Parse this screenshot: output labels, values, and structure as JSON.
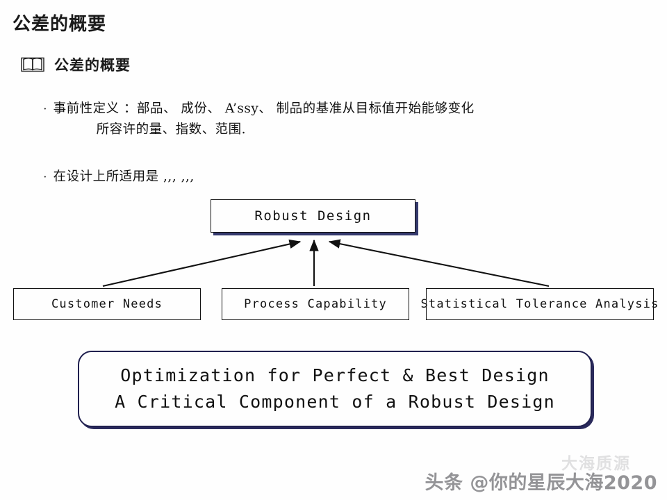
{
  "slide": {
    "title": "公差的概要",
    "subheading": {
      "icon": "open-book-icon",
      "label": "公差的概要"
    },
    "bullets": [
      {
        "marker": "·",
        "lines": [
          "事前性定义 ：部品、 成份、 A’ssy、 制品的基准从目标值开始能够变化",
          "所容许的量、指数、范围."
        ]
      },
      {
        "marker": "·",
        "lines": [
          "在设计上所适用是 ,,, ,,,"
        ]
      }
    ]
  },
  "diagram": {
    "top_node": {
      "label": "Robust Design"
    },
    "source_nodes": [
      {
        "label": "Customer Needs"
      },
      {
        "label": "Process Capability"
      },
      {
        "label": "Statistical Tolerance Analysis"
      }
    ],
    "conclusion": {
      "line1": "Optimization for Perfect & Best Design",
      "line2": "A Critical Component of a Robust Design"
    },
    "colors": {
      "shadow_navy": "#353a6e",
      "conclusion_border": "#20204f",
      "outline": "#111111"
    }
  },
  "watermark": {
    "faint": "大海质源",
    "main": "头条 @你的星辰大海2020"
  }
}
